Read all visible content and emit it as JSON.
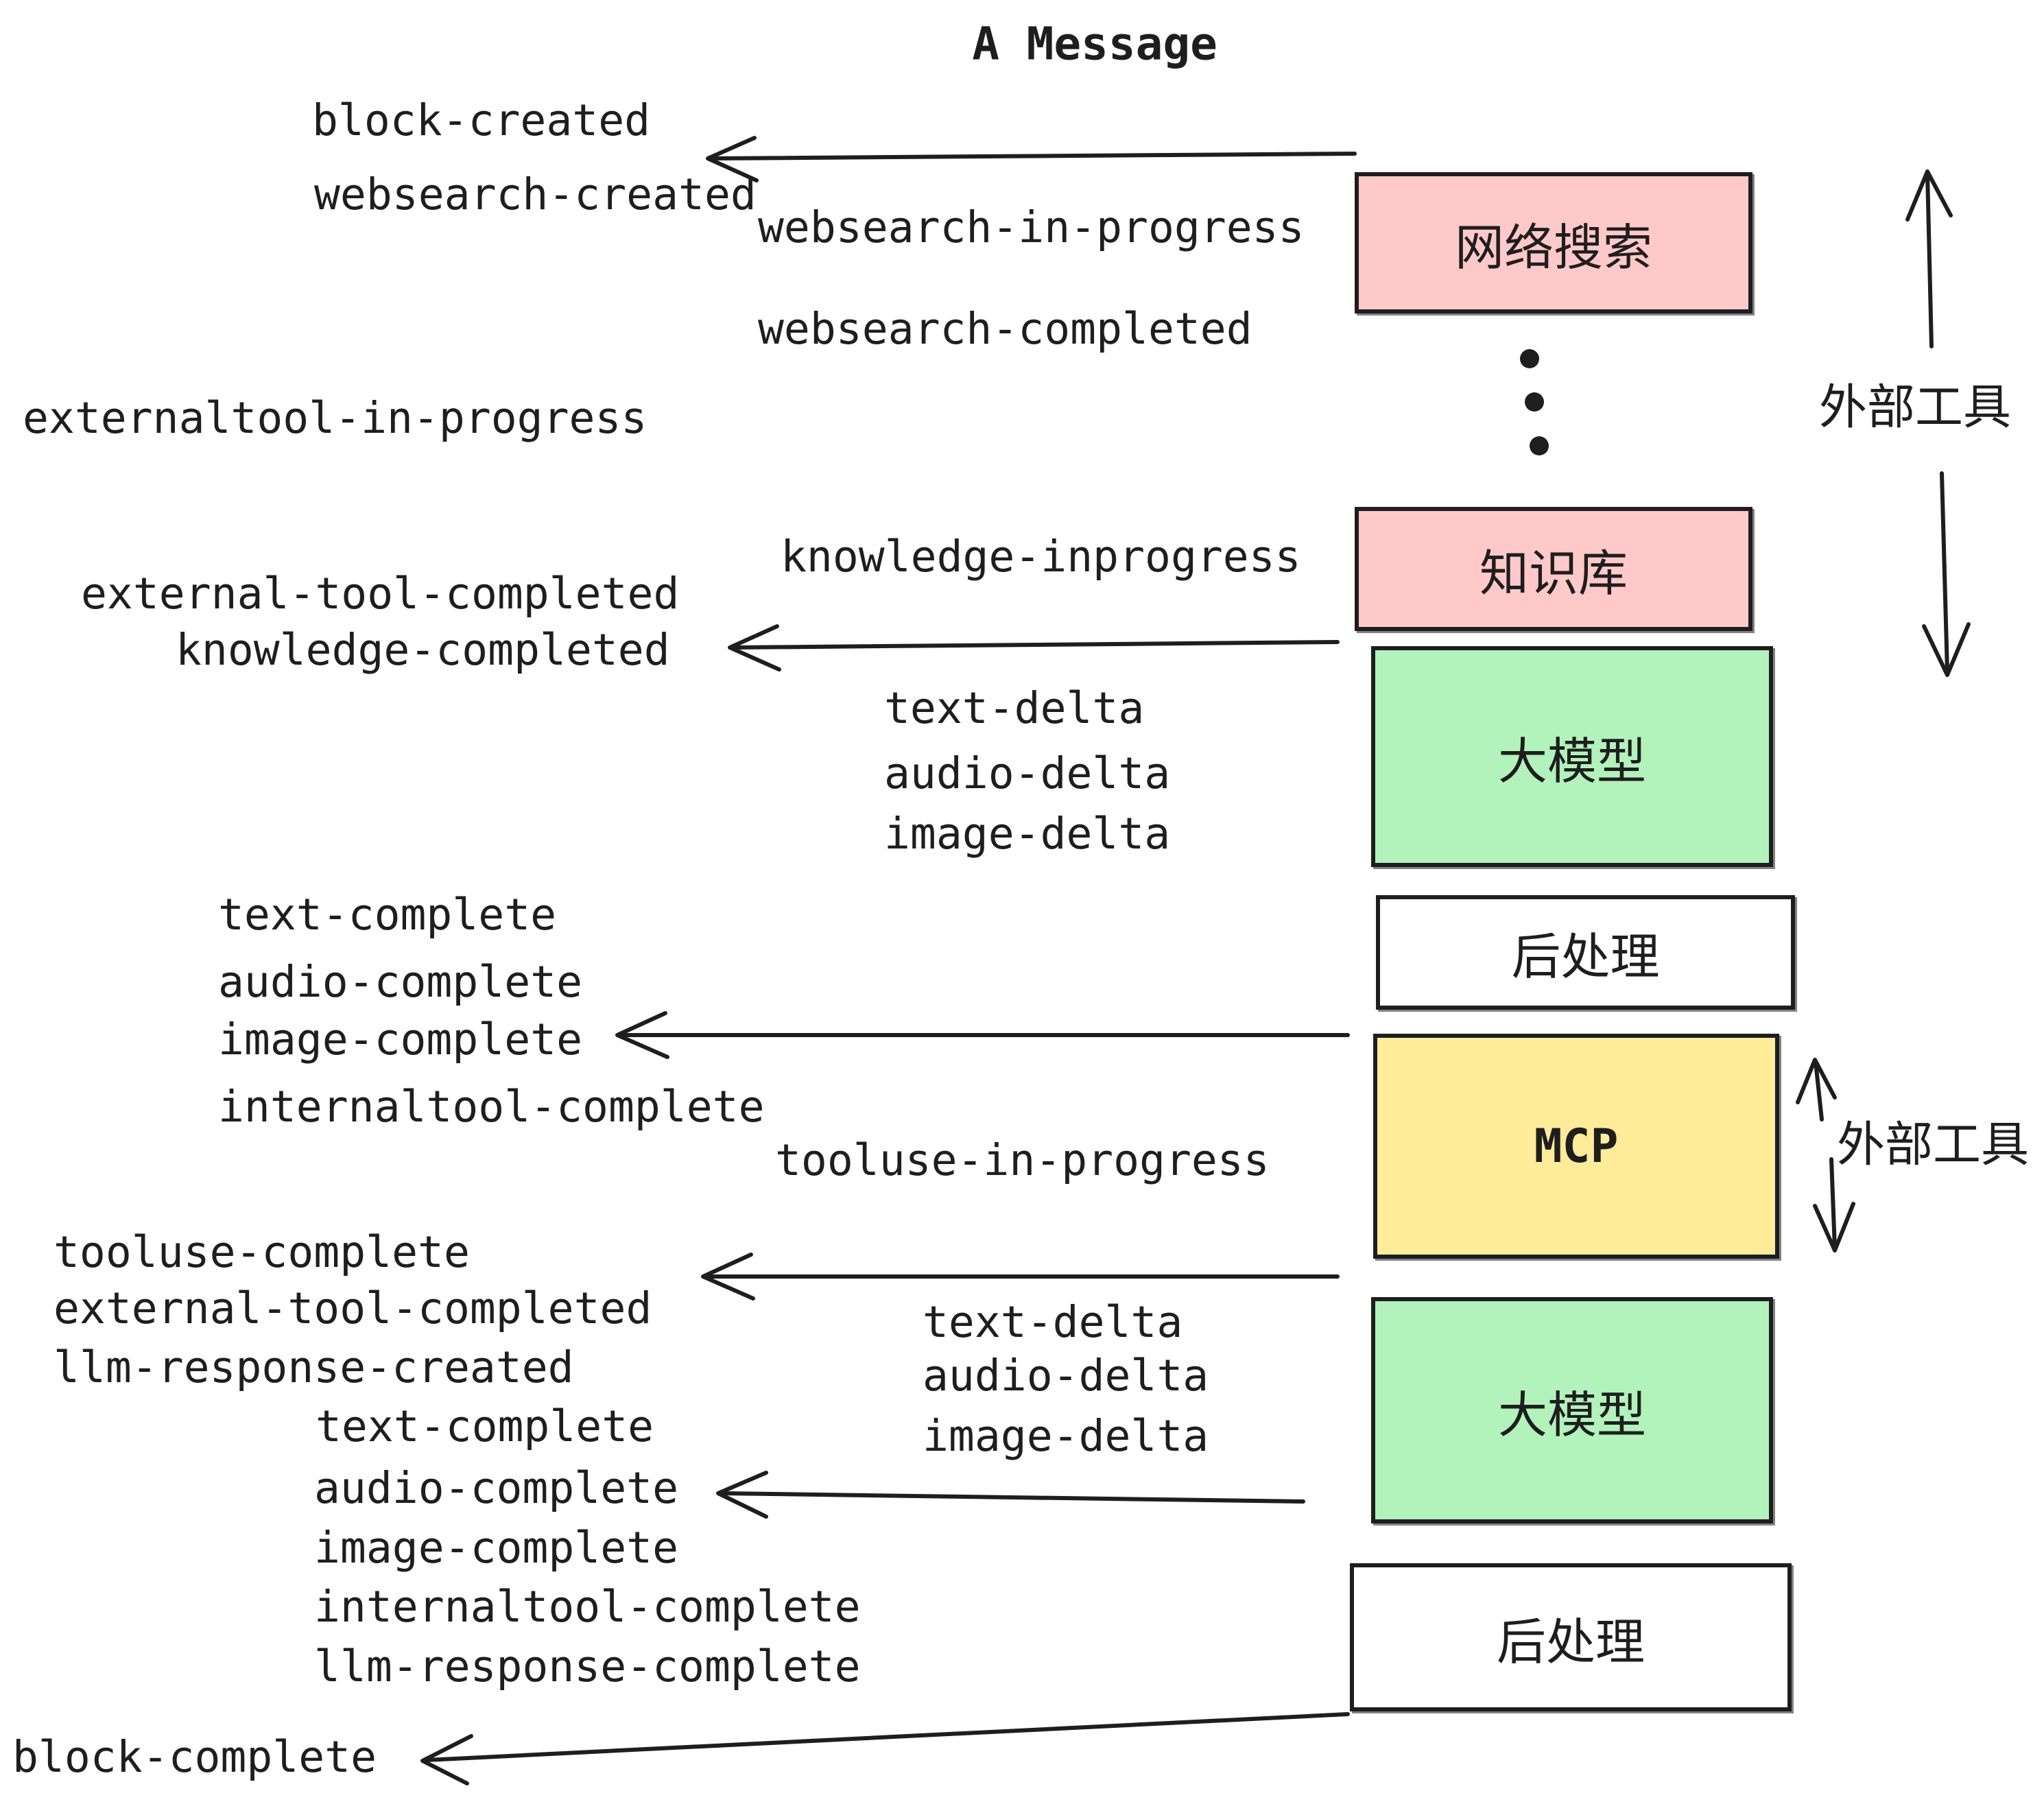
{
  "title": "A Message",
  "colors": {
    "pink": "#ffc9c9",
    "green": "#b2f2bb",
    "yellow": "#ffec99",
    "white": "#ffffff",
    "ink": "#1e1e1e"
  },
  "boxes": {
    "websearch": {
      "label": "网络搜索"
    },
    "knowledge": {
      "label": "知识库"
    },
    "llm": {
      "label": "大模型"
    },
    "post": {
      "label": "后处理"
    },
    "mcp": {
      "label": "MCP"
    }
  },
  "annotations": {
    "external_tools": "外部工具"
  },
  "events": {
    "block_created": "block-created",
    "websearch_created": "websearch-created",
    "websearch_in_progress": "websearch-in-progress",
    "websearch_completed": "websearch-completed",
    "externaltool_in_progress": "externaltool-in-progress",
    "knowledge_inprogress": "knowledge-inprogress",
    "external_tool_completed": "external-tool-completed",
    "knowledge_completed": "knowledge-completed",
    "text_delta": "text-delta",
    "audio_delta": "audio-delta",
    "image_delta": "image-delta",
    "text_complete": "text-complete",
    "audio_complete": "audio-complete",
    "image_complete": "image-complete",
    "internaltool_complete": "internaltool-complete",
    "tooluse_in_progress": "tooluse-in-progress",
    "tooluse_complete": "tooluse-complete",
    "llm_response_created": "llm-response-created",
    "llm_response_complete": "llm-response-complete",
    "block_complete": "block-complete"
  }
}
